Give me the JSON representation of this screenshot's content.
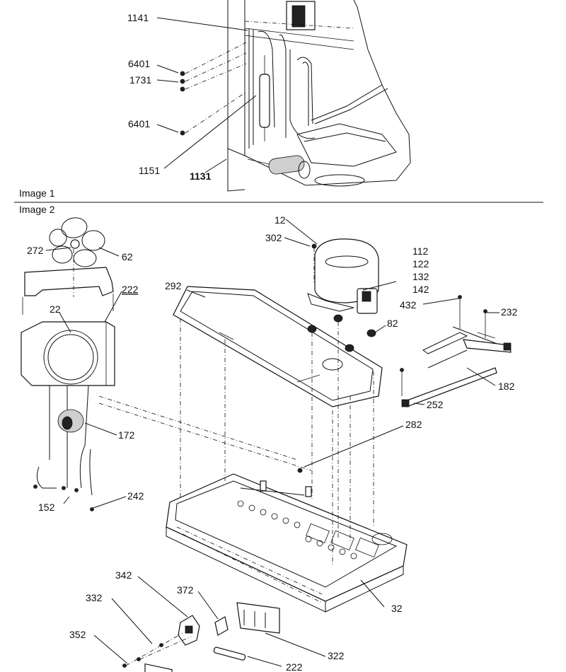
{
  "captions": {
    "image1": "Image 1",
    "image2": "Image 2"
  },
  "image1_labels": [
    "1141",
    "6401",
    "1731",
    "6401",
    "1151",
    "1131"
  ],
  "image2_labels": [
    "12",
    "302",
    "112",
    "122",
    "132",
    "142",
    "272",
    "62",
    "222",
    "292",
    "22",
    "432",
    "232",
    "82",
    "182",
    "252",
    "172",
    "282",
    "152",
    "242",
    "32",
    "342",
    "372",
    "332",
    "352",
    "322",
    "222"
  ]
}
